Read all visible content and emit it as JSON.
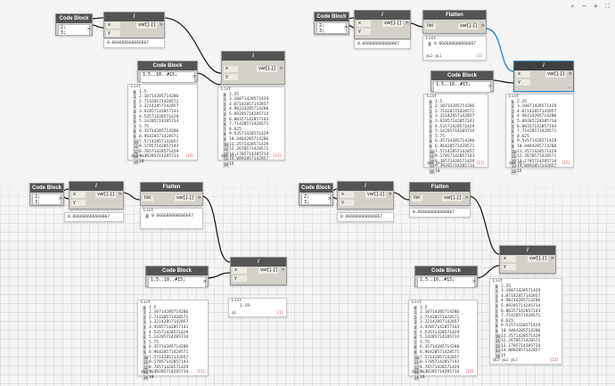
{
  "hud": {
    "icons": [
      "search-icon",
      "zoom-out-icon",
      "zoom-in-icon",
      "fit-view-icon"
    ]
  },
  "labels": {
    "code_block": "Code Block",
    "divide": "/",
    "flatten": "Flatten",
    "pin_x": "x",
    "pin_y": "y",
    "pin_list": "list",
    "out_var": "var[]..[]",
    "out_flatten": "var[]..[]",
    "arrow": ">",
    "list_head": "List",
    "at_label": "@1",
    "level_label": "@L2 @L1",
    "level_label3": "@L3 @L2 @L1"
  },
  "code_values": {
    "xy": "2;\n3;",
    "range": "1.5..10..#15;"
  },
  "single_value": "0.666666666666667",
  "list_values": [
    "1.5",
    "2.10714285714286",
    "2.71428571428571",
    "3.32142857142857",
    "3.92857142857143",
    "4.53571428571429",
    "5.14285714285714",
    "5.75",
    "6.35714285714286",
    "6.96428571428571",
    "7.57142857142857",
    "8.17857142857143",
    "8.78571428571429",
    "9.39285714285714",
    "10"
  ],
  "divided_values": [
    "2.25",
    "3.16071428571429",
    "4.07142857142857",
    "4.98214285714286",
    "5.89285714285714",
    "6.80357142857143",
    "7.71428571428571",
    "8.625",
    "9.53571428571429",
    "10.4464285714286",
    "11.3571428571429",
    "12.2678571428571",
    "13.1785714285714",
    "14.0892857142857",
    "15"
  ],
  "count_label": "{15}",
  "count_one": "{1}",
  "empty_value": "1.19"
}
